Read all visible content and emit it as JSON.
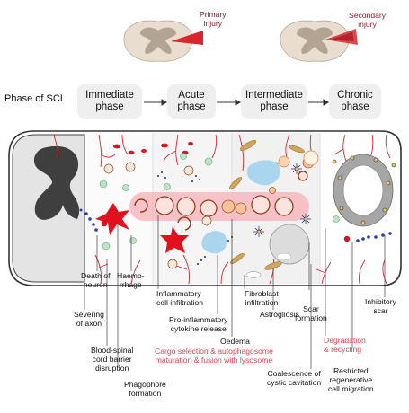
{
  "injury_labels": {
    "primary": [
      "Primary",
      "injury"
    ],
    "secondary": [
      "Secondary",
      "injury"
    ]
  },
  "phase_label": "Phase of SCI",
  "phases": [
    [
      "Immediate",
      "phase"
    ],
    [
      "Acute",
      "phase"
    ],
    [
      "Intermediate",
      "phase"
    ],
    [
      "Chronic",
      "phase"
    ]
  ],
  "events": {
    "death_of_neuron": [
      "Death of",
      "neuron"
    ],
    "haemorrhage": [
      "Haemo-",
      "rrhage"
    ],
    "severing_of_axon": [
      "Severing",
      "of axon"
    ],
    "bscb_disruption": [
      "Blood-spinal",
      "cord barrier",
      "disruption"
    ],
    "phagophore_formation": [
      "Phagophore",
      "formation"
    ],
    "inflammatory_infiltration": [
      "Inflammatory",
      "cell infiltration"
    ],
    "proinflammatory_release": [
      "Pro-inflammatory",
      "cytokine release"
    ],
    "oedema": "Oedema",
    "cargo_selection": [
      "Cargo selection & autophagosome",
      "maturation & fusion with lysosome"
    ],
    "fibroblast_infiltration": [
      "Fibroblast",
      "infiltration"
    ],
    "astrogliosis": "Astrogliosis",
    "scar_formation": [
      "Scar",
      "formation"
    ],
    "degradation_recycling": [
      "Degradation",
      "& recycling"
    ],
    "inhibitory_scar": [
      "Inhibitory",
      "scar"
    ],
    "cystic_cavitation": [
      "Coalescence of",
      "cystic cavitation"
    ],
    "restricted_migration": [
      "Restricted",
      "regenerative",
      "cell migration"
    ]
  },
  "colors": {
    "haemorrhage": "#e3101e",
    "autophagy_band": "#f6b9bf",
    "text_red": "#e0424f",
    "grey_matter": "#3f3f3f",
    "phase_box": "#efefef",
    "astrocyte_blue": "#a9d6ee",
    "fibroblast": "#d2a55a",
    "cord_tissue": "#e8ddcf"
  },
  "icons": [
    "red-blood-cell-icon",
    "macrophage-icon",
    "microglia-icon",
    "axon-icon",
    "autophagosome-icon",
    "lysosome-icon",
    "fibroblast-icon",
    "astrocyte-icon",
    "cyst-icon",
    "neuron-icon",
    "cytokine-dots-icon",
    "glial-scar-ring-icon"
  ]
}
